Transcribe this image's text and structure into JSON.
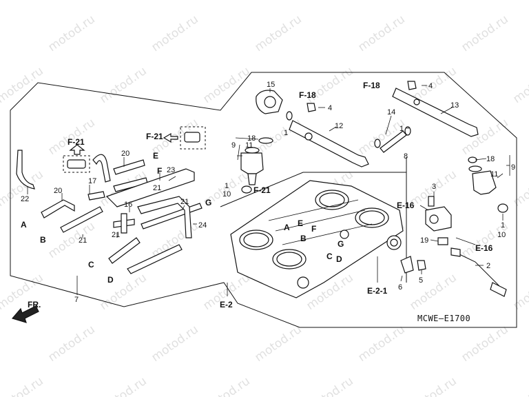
{
  "watermark": {
    "text": "motod.ru"
  },
  "diagram_code": "MCWE–E1700",
  "direction_label": "FR.",
  "part_numbers": {
    "p1a": "1",
    "p1b": "1",
    "p1c": "1",
    "p2": "2",
    "p3": "3",
    "p4a": "4",
    "p4b": "4",
    "p5": "5",
    "p6": "6",
    "p7": "7",
    "p8": "8",
    "p9a": "9",
    "p9b": "9",
    "p10a": "10",
    "p10b": "10",
    "p11a": "11",
    "p11b": "11",
    "p12": "12",
    "p13": "13",
    "p14": "14",
    "p15": "15",
    "p16": "16",
    "p17": "17",
    "p18a": "18",
    "p18b": "18",
    "p19": "19",
    "p20a": "20",
    "p20b": "20",
    "p21a": "21",
    "p21b": "21",
    "p21c": "21",
    "p21d": "21",
    "p22": "22",
    "p23": "23",
    "p24": "24"
  },
  "refs": {
    "f18a": "F-18",
    "f18b": "F-18",
    "f21a": "F-21",
    "f21b": "F-21",
    "f21c": "F-21",
    "e16a": "E-16",
    "e16b": "E-16",
    "e2": "E-2",
    "e21": "E-2-1"
  },
  "hose_letters": {
    "a": "A",
    "b": "B",
    "c": "C",
    "d": "D",
    "e": "E",
    "f": "F",
    "g": "G"
  },
  "body_letters": {
    "a": "A",
    "b": "B",
    "c": "C",
    "d": "D",
    "e": "E",
    "f": "F",
    "g": "G"
  }
}
